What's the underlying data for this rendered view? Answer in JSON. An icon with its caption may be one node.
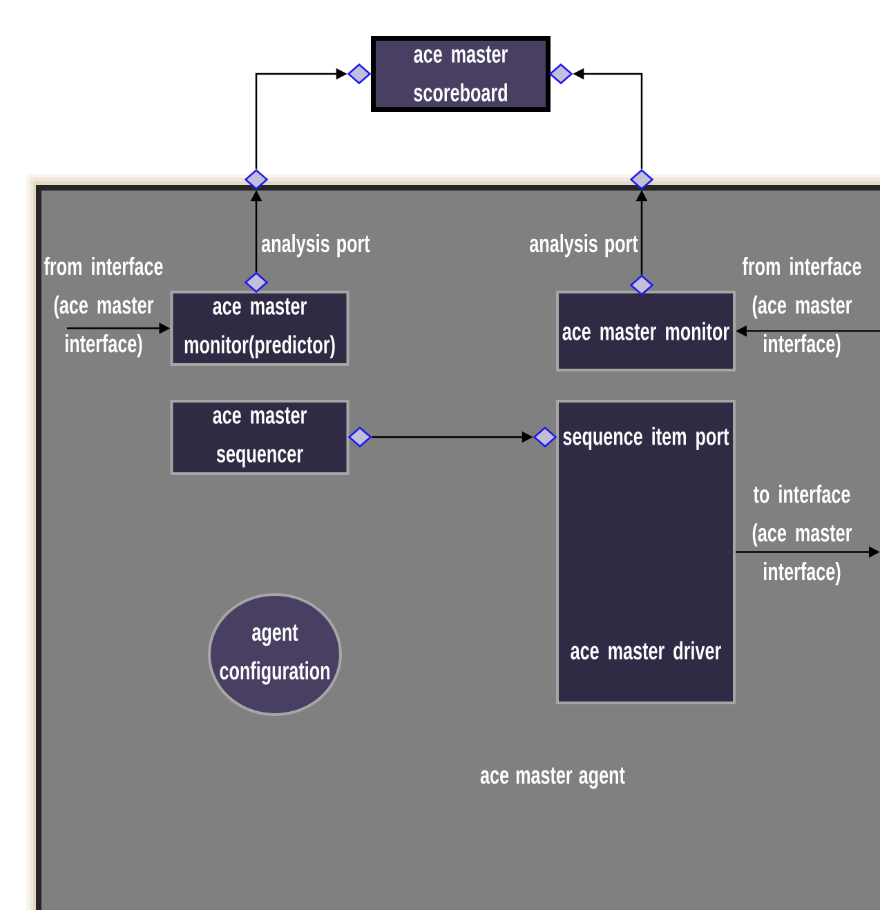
{
  "diagram": {
    "nodes": [
      {
        "text": [
          "ace master scoreboard"
        ]
      },
      {
        "text": [
          "ace master agent"
        ]
      },
      {
        "text": [
          "ace master monitor(predictor)"
        ],
        "in": 1
      },
      {
        "text": [
          "ace master monitor"
        ],
        "in": 1
      },
      {
        "text": [
          "ace master sequencer"
        ],
        "in": 1
      },
      {
        "text": [
          "sequence item port",
          "ace master driver"
        ],
        "in": 1
      },
      {
        "text": [
          "agent configuration"
        ],
        "in": 1
      },
      {
        "text": [],
        "shape": "diamond",
        "in": 1
      },
      {
        "text": [],
        "shape": "diamond"
      },
      {
        "text": [],
        "shape": "diamond"
      },
      {
        "text": [],
        "shape": "diamond",
        "in": 1
      },
      {
        "text": [],
        "shape": "diamond"
      },
      {
        "text": [],
        "shape": "diamond"
      },
      {
        "text": [],
        "shape": "diamond",
        "in": 1
      },
      {
        "text": [],
        "shape": "diamond",
        "in": 1
      }
    ],
    "edges": [
      {
        "from": 7,
        "to": 8,
        "arrow": "to",
        "label": "analysis port"
      },
      {
        "from": 8,
        "to": 9,
        "arrow": "to"
      },
      {
        "from": 10,
        "to": 11,
        "arrow": "to",
        "label": "analysis port"
      },
      {
        "from": 11,
        "to": 12,
        "arrow": "to"
      },
      {
        "from": 13,
        "to": 14,
        "arrow": "to"
      },
      {
        "from": null,
        "to": 2,
        "arrow": "to",
        "label": "from interface (ace master interface)"
      },
      {
        "from": null,
        "to": 3,
        "arrow": "to",
        "label": "from interface (ace master interface)"
      },
      {
        "from": 5,
        "to": null,
        "arrow": "to",
        "label": "to interface (ace master interface)"
      }
    ]
  }
}
